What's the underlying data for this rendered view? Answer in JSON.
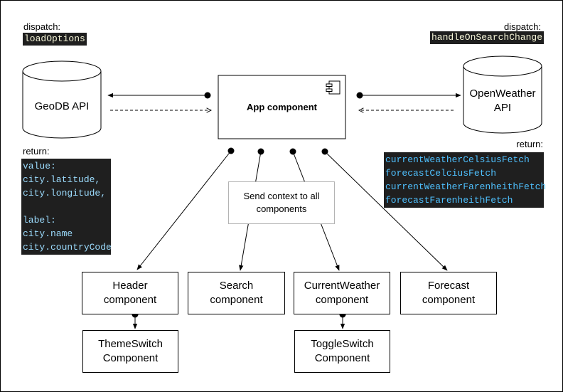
{
  "app": {
    "title": "App component"
  },
  "apis": {
    "geodb": {
      "label": "GeoDB API",
      "dispatch_label": "dispatch:",
      "dispatch_fn": "loadOptions",
      "return_label": "return:",
      "return_lines": [
        "value:",
        "city.latitude,",
        "city.longitude,",
        "",
        "label:",
        "city.name",
        "city.countryCode"
      ]
    },
    "openweather": {
      "label_line1": "OpenWeather",
      "label_line2": "API",
      "dispatch_label": "dispatch:",
      "dispatch_fn": "handleOnSearchChange",
      "return_label": "return:",
      "return_lines": [
        "currentWeatherCelsiusFetch",
        "forecastCelciusFetch",
        "currentWeatherFarenheithFetch",
        "forecastFarenheithFetch"
      ]
    }
  },
  "context_note": {
    "line1": "Send context to all",
    "line2": "components"
  },
  "components": {
    "header": {
      "line1": "Header",
      "line2": "component"
    },
    "search": {
      "line1": "Search",
      "line2": "component"
    },
    "current_weather": {
      "line1": "CurrentWeather",
      "line2": "component"
    },
    "forecast": {
      "line1": "Forecast",
      "line2": "component"
    },
    "theme_switch": {
      "line1": "ThemeSwitch",
      "line2": "Component"
    },
    "toggle_switch": {
      "line1": "ToggleSwitch",
      "line2": "Component"
    }
  }
}
